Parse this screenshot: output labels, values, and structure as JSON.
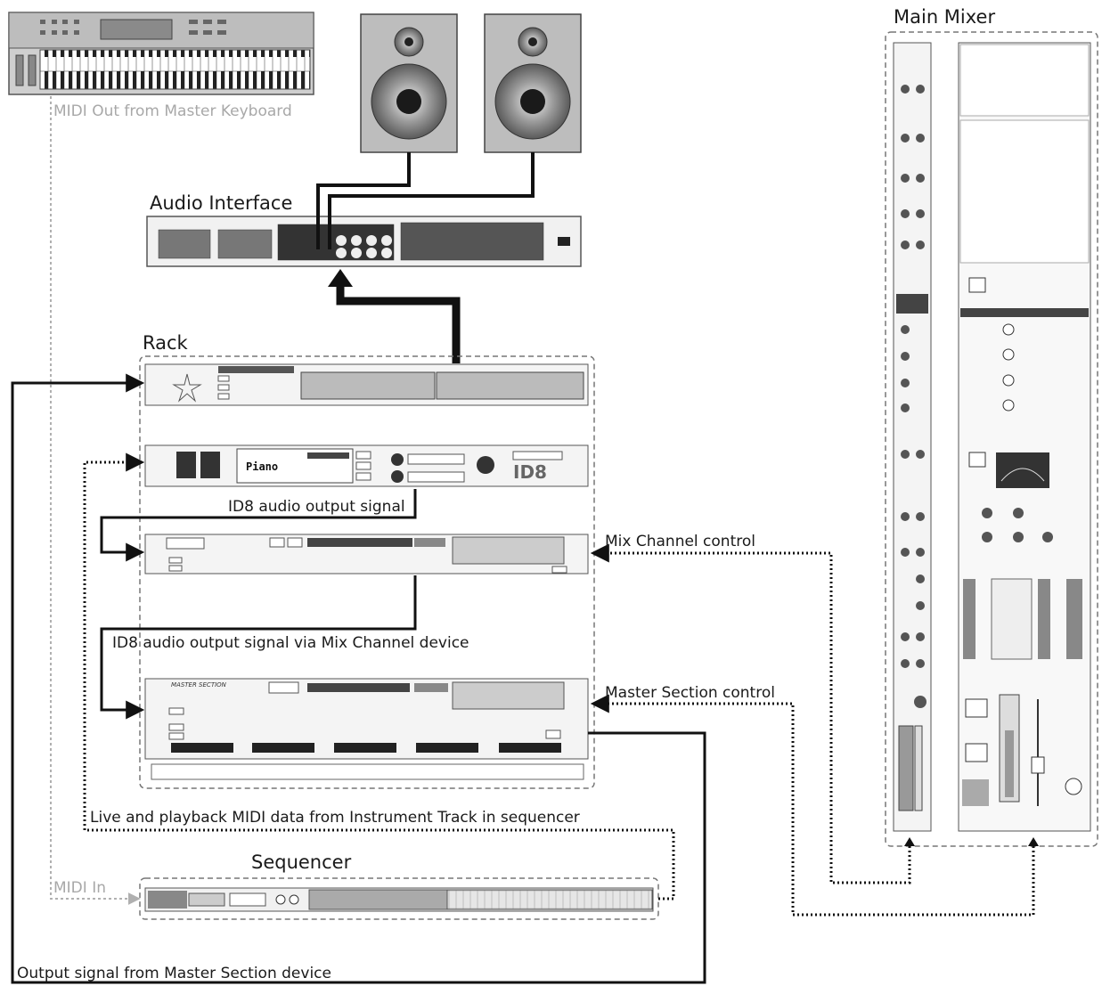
{
  "labels": {
    "midi_out": "MIDI Out from Master Keyboard",
    "audio_interface": "Audio Interface",
    "rack": "Rack",
    "main_mixer": "Main Mixer",
    "id8_signal": "ID8 audio output signal",
    "mix_channel_control": "Mix Channel control",
    "id8_via_mix": "ID8 audio output signal via Mix Channel device",
    "master_section_control": "Master Section control",
    "live_playback": "Live and playback MIDI data from Instrument Track in sequencer",
    "sequencer": "Sequencer",
    "midi_in": "MIDI In",
    "output_master": "Output signal from Master Section device"
  },
  "devices": {
    "id8_patch": "Piano",
    "id8_logo": "ID8",
    "master_section_title": "MASTER SECTION"
  },
  "colors": {
    "line": "#111111",
    "gray_line": "#b0b0b0",
    "device_fill": "#f4f4f4",
    "speaker_fill": "#b9b9b9"
  }
}
